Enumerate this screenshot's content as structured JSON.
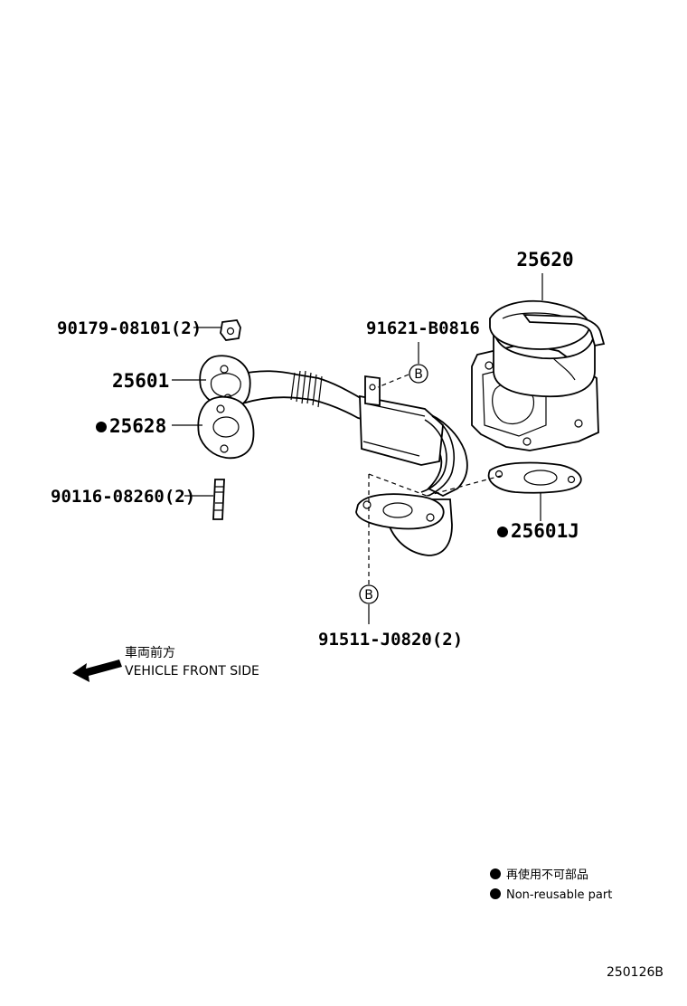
{
  "labels": {
    "p25620": "25620",
    "p90179": "90179-08101(2)",
    "p91621": "91621-B0816",
    "p25601": "25601",
    "p25628": "25628",
    "p90116": "90116-08260(2)",
    "p25601j": "25601J",
    "p91511": "91511-J0820(2)"
  },
  "callouts": {
    "b_upper": "B",
    "b_lower": "B"
  },
  "direction": {
    "jp": "車両前方",
    "en": "VEHICLE FRONT SIDE"
  },
  "legend": {
    "jp": "再使用不可部品",
    "en": "Non-reusable part"
  },
  "diagram_code": "250126B"
}
